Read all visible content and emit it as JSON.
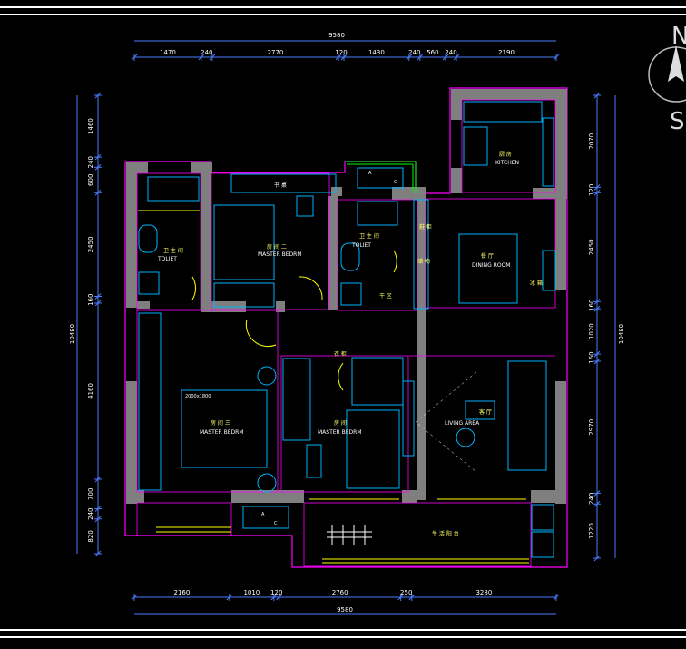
{
  "colors": {
    "background": "#000000",
    "wall": "#7f7f7f",
    "wall_outline": "#ff00ff",
    "furniture": "#00b4ff",
    "dimension": "#4a7cff",
    "door": "#ffff00",
    "text": "#ffffff",
    "label": "#ffff66",
    "green": "#00ff00"
  },
  "compass": {
    "north": "N",
    "south": "S"
  },
  "dimensions": {
    "top_total": "9580",
    "top_segments": [
      "1470",
      "240",
      "2770",
      "120",
      "1430",
      "240",
      "560",
      "240",
      "2190"
    ],
    "bottom_total": "9580",
    "bottom_segments": [
      "2160",
      "1010",
      "120",
      "2760",
      "250",
      "3280"
    ],
    "left_total": "10480",
    "left_segments": [
      "1460",
      "240",
      "600",
      "2450",
      "160",
      "4160",
      "700",
      "240",
      "820"
    ],
    "right_total": "10480",
    "right_segments": [
      "2070",
      "120",
      "2450",
      "160",
      "1020",
      "160",
      "2970",
      "240",
      "1220"
    ]
  },
  "rooms": {
    "study_cn": "书 桌",
    "bath1_cn": "卫 生 间",
    "bath1_en": "TOLIET",
    "bed2_cn": "房 间 二",
    "bed2_en": "MASTER BEDRM",
    "bath2_cn": "卫 生 间",
    "bath2_en": "TOLIET",
    "dry_area": "干 区",
    "kitchen_cn": "厨 房",
    "kitchen_en": "KITCHEN",
    "dining_cn": "餐 厅",
    "dining_en": "DINING ROOM",
    "fridge": "冰 箱",
    "bed3_cn": "房 间 三",
    "bed3_en": "MASTER BEDRM",
    "bed3_size": "2000x1800",
    "bed1_cn": "房 间",
    "bed1_en": "MASTER BEDRM",
    "living_cn": "客 厅",
    "living_en": "LIVING AREA",
    "balcony_cn": "生 活 阳 台",
    "wardrobe_tag": "衣 柜",
    "cabinet_tag": "鞋 柜",
    "linen_tag": "储 物"
  },
  "appliance_labels": {
    "ac_a": "A",
    "ac_c": "C"
  }
}
